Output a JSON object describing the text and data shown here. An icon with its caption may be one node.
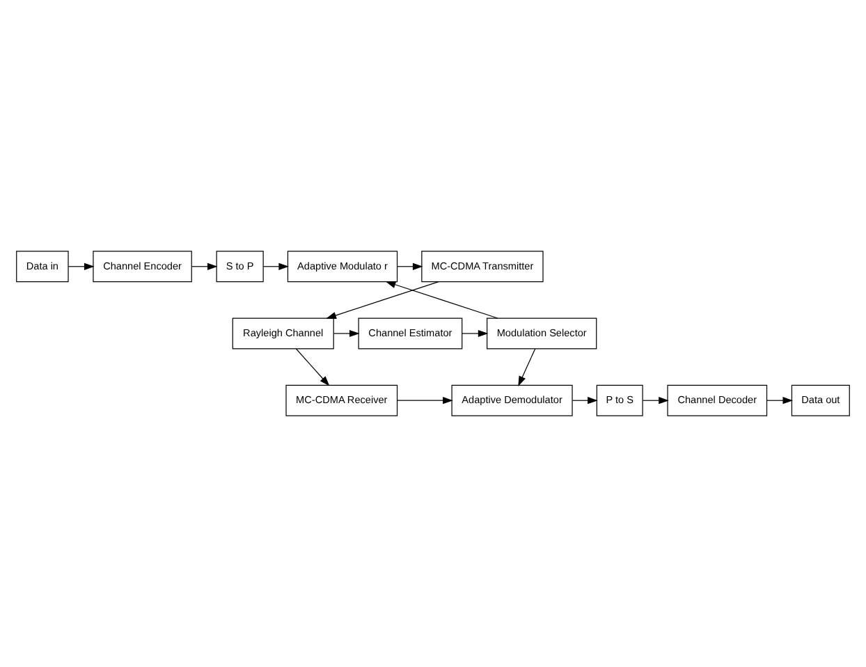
{
  "diagram": {
    "nodes": [
      {
        "text": [
          "Data in"
        ]
      },
      {
        "text": [
          "Channel Encoder"
        ]
      },
      {
        "text": [
          "S to P"
        ]
      },
      {
        "text": [
          "Adaptive Modulato r"
        ]
      },
      {
        "text": [
          "MC-CDMA Transmitter"
        ]
      },
      {
        "text": [
          "Modulation Selector"
        ]
      },
      {
        "text": [
          "Rayleigh Channel"
        ]
      },
      {
        "text": [
          "Channel Estimator"
        ]
      },
      {
        "text": [
          "Data out"
        ]
      },
      {
        "text": [
          "Channel Decoder"
        ]
      },
      {
        "text": [
          "P to S"
        ]
      },
      {
        "text": [
          "Adaptive Demodulator"
        ]
      },
      {
        "text": [
          "MC-CDMA Receiver"
        ]
      }
    ],
    "edges": [
      {
        "from": 0,
        "to": 1,
        "arrow": "to"
      },
      {
        "from": 1,
        "to": 2,
        "arrow": "to"
      },
      {
        "from": 2,
        "to": 3,
        "arrow": "to"
      },
      {
        "from": 3,
        "to": 4,
        "arrow": "to"
      },
      {
        "from": 4,
        "to": 6,
        "arrow": "to"
      },
      {
        "from": 6,
        "to": 7,
        "arrow": "to"
      },
      {
        "from": 7,
        "to": 5,
        "arrow": "to"
      },
      {
        "from": 5,
        "to": 3,
        "arrow": "to"
      },
      {
        "from": 5,
        "to": 11,
        "arrow": "to"
      },
      {
        "from": 6,
        "to": 12,
        "arrow": "to"
      },
      {
        "from": 12,
        "to": 11,
        "arrow": "to"
      },
      {
        "from": 11,
        "to": 10,
        "arrow": "to"
      },
      {
        "from": 10,
        "to": 9,
        "arrow": "to"
      },
      {
        "from": 9,
        "to": 8,
        "arrow": "to"
      }
    ]
  }
}
